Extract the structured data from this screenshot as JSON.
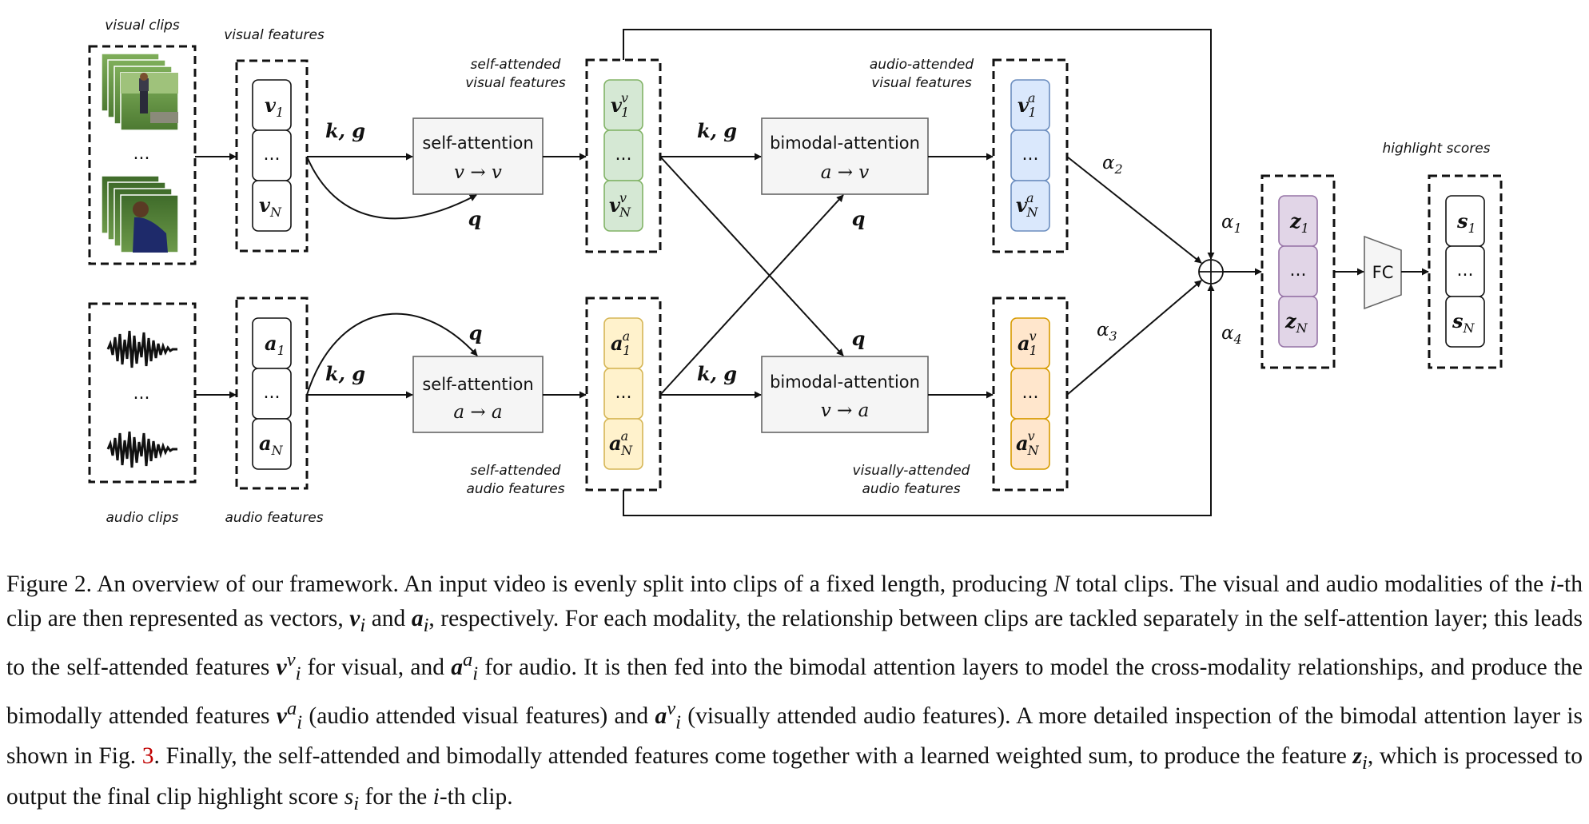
{
  "figure": {
    "labels": {
      "visual_clips": "visual clips",
      "visual_features": "visual features",
      "audio_clips": "audio clips",
      "audio_features": "audio features",
      "self_attended_visual_line1": "self-attended",
      "self_attended_visual_line2": "visual features",
      "self_attended_audio_line1": "self-attended",
      "self_attended_audio_line2": "audio features",
      "audio_attended_visual_line1": "audio-attended",
      "audio_attended_visual_line2": "visual features",
      "visually_attended_audio_line1": "visually-attended",
      "visually_attended_audio_line2": "audio features",
      "highlight_scores": "highlight scores",
      "ellipsis": "..."
    },
    "blocks": {
      "self_attention_visual": {
        "title": "self-attention",
        "formula": "v → v"
      },
      "self_attention_audio": {
        "title": "self-attention",
        "formula": "a → a"
      },
      "bimodal_attention_top": {
        "title": "bimodal-attention",
        "formula": "a → v"
      },
      "bimodal_attention_bottom": {
        "title": "bimodal-attention",
        "formula": "v → a"
      },
      "fc": {
        "title": "FC"
      }
    },
    "arrow_labels": {
      "kg": "k, g",
      "q": "q",
      "alpha1": "α",
      "alpha1_sub": "1",
      "alpha2": "α",
      "alpha2_sub": "2",
      "alpha3": "α",
      "alpha3_sub": "3",
      "alpha4": "α",
      "alpha4_sub": "4"
    },
    "vectors": {
      "v": "v",
      "a": "a",
      "z": "z",
      "s": "s",
      "sub_1": "1",
      "sub_N": "N",
      "sup_v": "v",
      "sup_a": "a"
    },
    "colors": {
      "green_fill": "#d5e8d4",
      "green_stroke": "#82b366",
      "yellow_fill": "#fff2cc",
      "yellow_stroke": "#d6b656",
      "blue_fill": "#dae8fc",
      "blue_stroke": "#6c8ebf",
      "orange_fill": "#ffe6cc",
      "orange_stroke": "#d79b00",
      "purple_fill": "#e1d5e7",
      "purple_stroke": "#9673a6",
      "block_fill": "#f5f5f5",
      "block_stroke": "#666666"
    }
  },
  "caption": {
    "figure_label": "Figure 2.",
    "s1": " An overview of our framework. An input video is evenly split into clips of a fixed length, producing ",
    "N": "N",
    "s2": " total clips. The visual and audio modalities of the ",
    "i1": "i",
    "s3": "-th clip are then represented as vectors, ",
    "vi": "v",
    "vi_sub": "i",
    "s4": " and ",
    "ai": "a",
    "ai_sub": "i",
    "s5": ", respectively. For each modality, the relationship between clips are tackled separately in the self-attention layer; this leads to the self-attended features ",
    "viv": "v",
    "viv_sup": "v",
    "viv_sub": "i",
    "s6": " for visual, and ",
    "aia": "a",
    "aia_sup": "a",
    "aia_sub": "i",
    "s7": " for audio. It is then fed into the bimodal attention layers to model the cross-modality relationships, and produce the bimodally attended features ",
    "via": "v",
    "via_sup": "a",
    "via_sub": "i",
    "s8": " (audio attended visual features) and ",
    "aiv": "a",
    "aiv_sup": "v",
    "aiv_sub": "i",
    "s9": " (visually attended audio features).  A more detailed inspection of the bimodal attention layer is shown in Fig. ",
    "fig_ref": "3",
    "s10": ". Finally, the self-attended and bimodally attended features come together with a learned weighted sum, to produce the feature ",
    "zi": "z",
    "zi_sub": "i",
    "s11": ", which is processed to output the final clip highlight score ",
    "si": "s",
    "si_sub": "i",
    "s12": " for the ",
    "i2": "i",
    "s13": "-th clip."
  }
}
